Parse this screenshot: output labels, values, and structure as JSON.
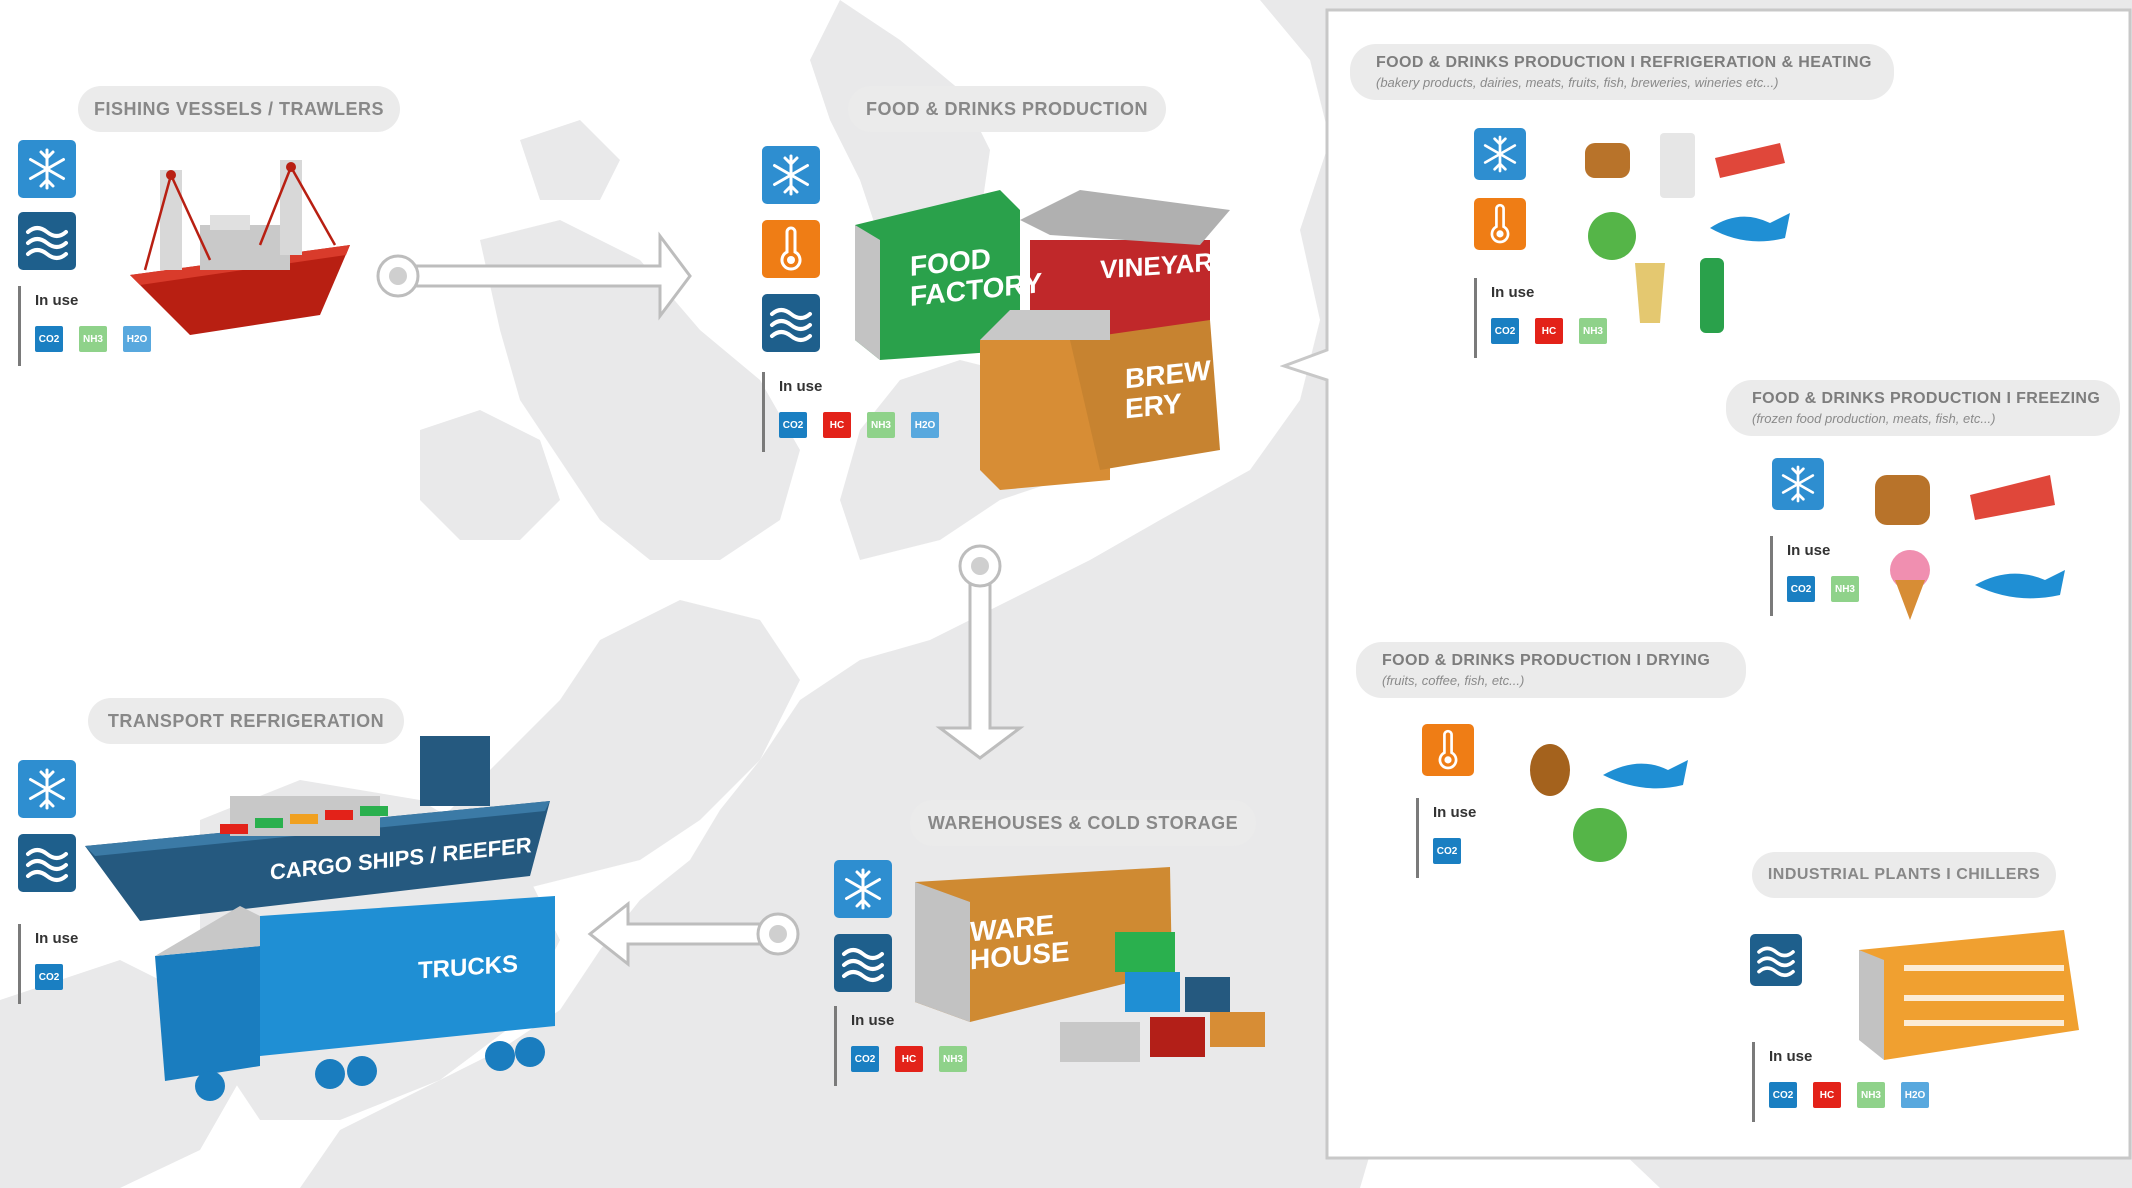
{
  "sections": {
    "fishing": {
      "title": "FISHING VESSELS / TRAWLERS"
    },
    "food": {
      "title": "FOOD & DRINKS PRODUCTION"
    },
    "transport": {
      "title": "TRANSPORT REFRIGERATION"
    },
    "warehouse": {
      "title": "WAREHOUSES & COLD STORAGE"
    }
  },
  "right_panel": {
    "refrigeration": {
      "title": "FOOD & DRINKS PRODUCTION I REFRIGERATION & HEATING",
      "subtitle": "(bakery products, dairies, meats, fruits, fish, breweries, wineries etc...)"
    },
    "freezing": {
      "title": "FOOD & DRINKS PRODUCTION I FREEZING",
      "subtitle": "(frozen food production, meats, fish, etc...)"
    },
    "drying": {
      "title": "FOOD & DRINKS PRODUCTION I DRYING",
      "subtitle": "(fruits, coffee, fish, etc...)"
    },
    "chillers": {
      "title": "INDUSTRIAL PLANTS I CHILLERS"
    }
  },
  "in_use_label": "In use",
  "chips": {
    "co2": "CO2",
    "hc": "HC",
    "nh3": "NH3",
    "h2o": "H2O"
  },
  "building_labels": {
    "food_factory": [
      "FOOD",
      "FACTORY"
    ],
    "vineyard": "VINEYARD",
    "brewery": [
      "BREW",
      "ERY"
    ],
    "cargo_ship": "CARGO SHIPS / REEFER",
    "trucks": "TRUCKS",
    "warehouse": [
      "WARE",
      "HOUSE"
    ]
  },
  "icons": [
    "snowflake-icon",
    "thermometer-icon",
    "waves-icon"
  ],
  "colors": {
    "snowflake": "#2e8ed0",
    "thermometer": "#ef7d15",
    "waves": "#1e5f8c",
    "co2": "#1a7fc2",
    "hc": "#e32219",
    "nh3": "#8fd28a",
    "h2o": "#58a8de"
  }
}
